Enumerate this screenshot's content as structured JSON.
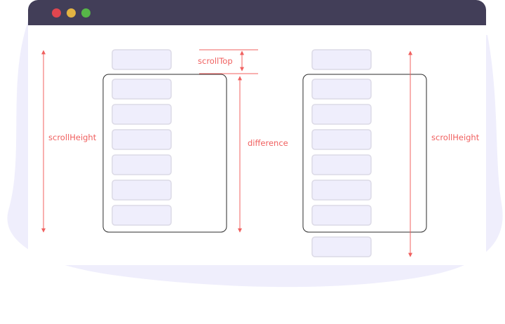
{
  "window": {
    "controls": [
      {
        "name": "close",
        "color": "#e0464f"
      },
      {
        "name": "minimize",
        "color": "#e3b442"
      },
      {
        "name": "maximize",
        "color": "#57b748"
      }
    ],
    "titlebar_color": "#423e58"
  },
  "colors": {
    "background_blob": "#efeefc",
    "item_fill": "#efeefc",
    "item_stroke": "#dcdae6",
    "container_stroke": "#2b2b2b",
    "annotation": "#f0605f"
  },
  "diagram": {
    "left": {
      "label_scroll_height": "scrollHeight",
      "label_scroll_top": "scrollTop",
      "label_difference": "difference",
      "items_above_viewport": 1,
      "items_in_viewport": 6
    },
    "right": {
      "label_scroll_height": "scrollHeight",
      "items_in_viewport": 6,
      "items_below_viewport": 1
    }
  }
}
